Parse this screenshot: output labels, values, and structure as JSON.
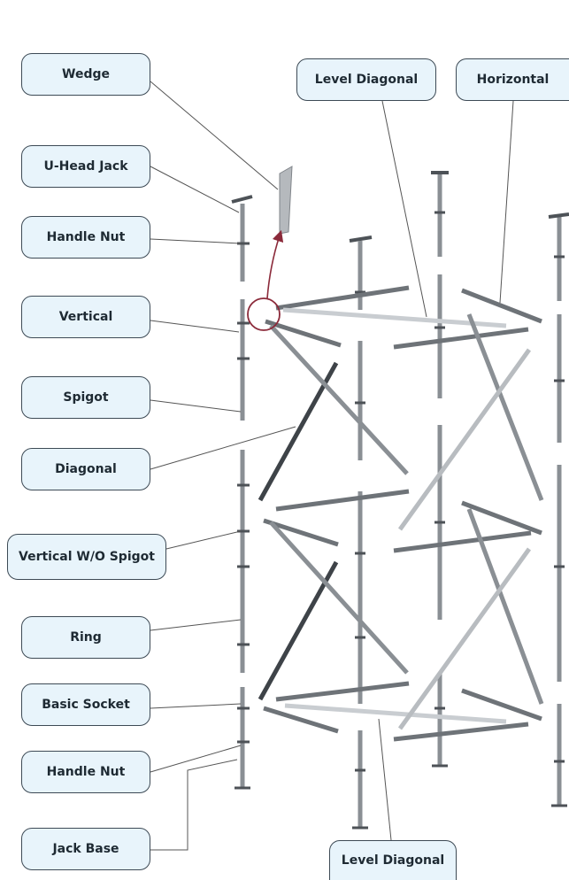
{
  "labels": {
    "wedge": "Wedge",
    "level_diagonal_top": "Level Diagonal",
    "horizontal": "Horizontal",
    "u_head_jack": "U-Head Jack",
    "handle_nut_top": "Handle Nut",
    "vertical": "Vertical",
    "spigot": "Spigot",
    "diagonal": "Diagonal",
    "vertical_wo_spigot": "Vertical W/O Spigot",
    "ring": "Ring",
    "basic_socket": "Basic Socket",
    "handle_nut_bottom": "Handle Nut",
    "jack_base": "Jack Base",
    "level_diagonal_bottom": "Level Diagonal"
  },
  "colors": {
    "callout_fill": "#e8f4fb",
    "callout_border": "#3d4a55",
    "leader_line": "#555555",
    "steel": "#8a8f94",
    "steel_dark": "#4d5257",
    "steel_light": "#c9cdd1",
    "highlight": "#8b2a3a"
  }
}
